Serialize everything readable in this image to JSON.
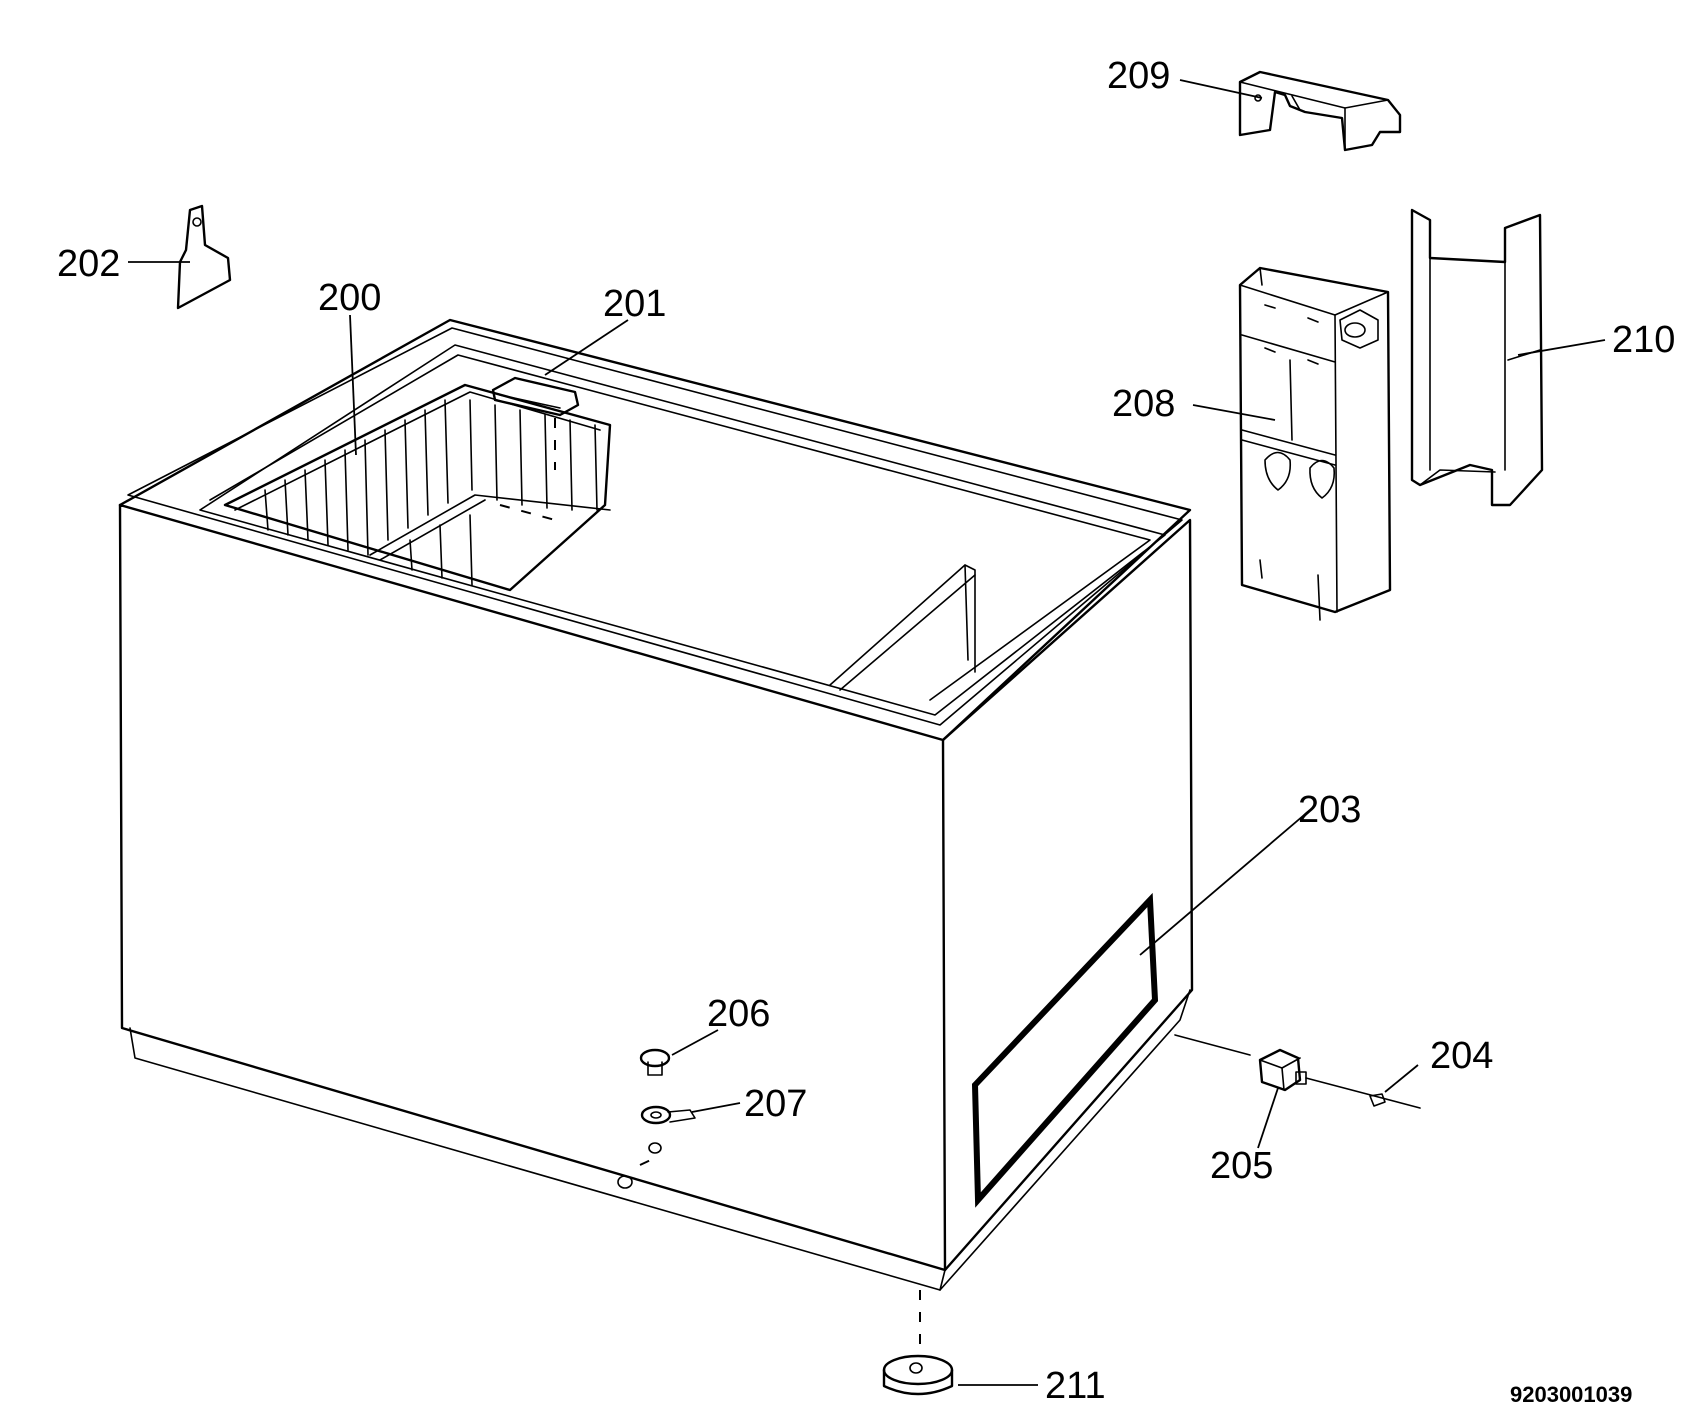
{
  "callouts": {
    "c200": "200",
    "c201": "201",
    "c202": "202",
    "c203": "203",
    "c204": "204",
    "c205": "205",
    "c206": "206",
    "c207": "207",
    "c208": "208",
    "c209": "209",
    "c210": "210",
    "c211": "211"
  },
  "drawing_number": "9203001039"
}
